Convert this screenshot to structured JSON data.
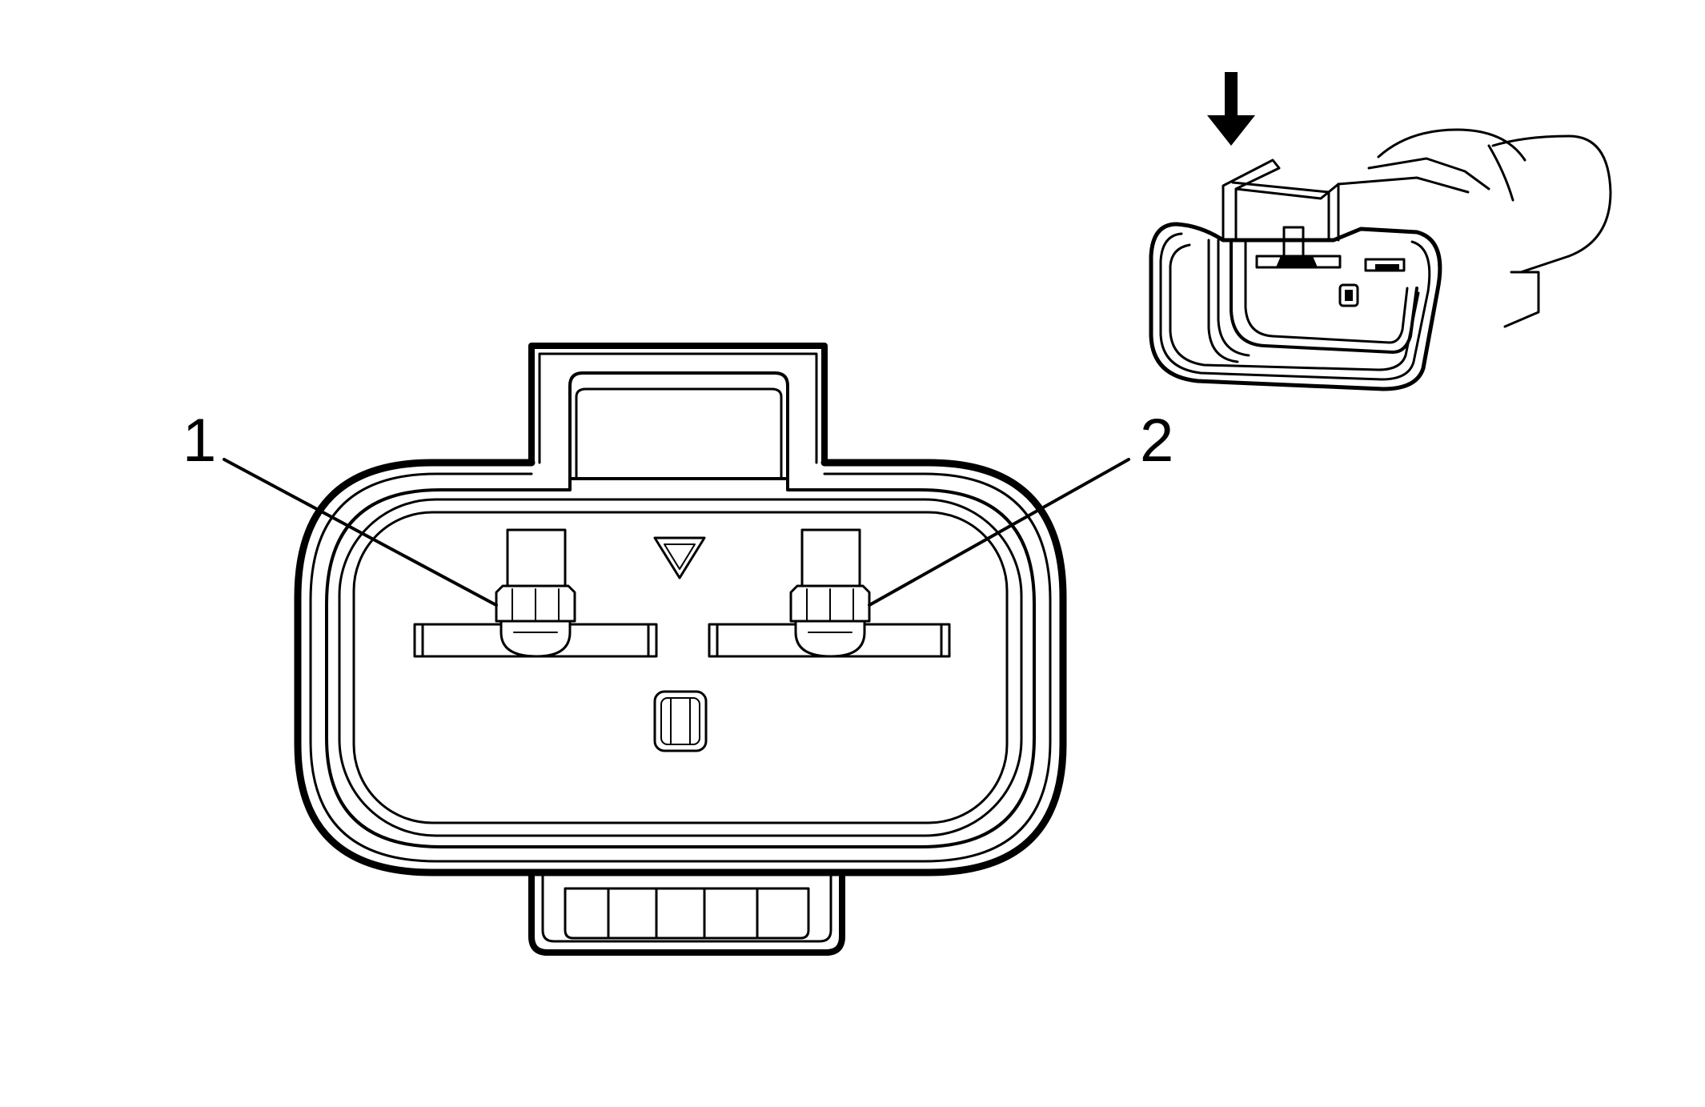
{
  "diagram": {
    "type": "connector-face-view",
    "connector": {
      "cavities": [
        {
          "label": "1"
        },
        {
          "label": "2"
        }
      ],
      "icons": [
        "triangle-polarity-icon",
        "lock-tab-icon"
      ]
    },
    "inset": {
      "icons": [
        "down-arrow-icon",
        "connector-3d-view-icon"
      ]
    },
    "colors": {
      "stroke": "#000000",
      "background": "#ffffff"
    }
  }
}
